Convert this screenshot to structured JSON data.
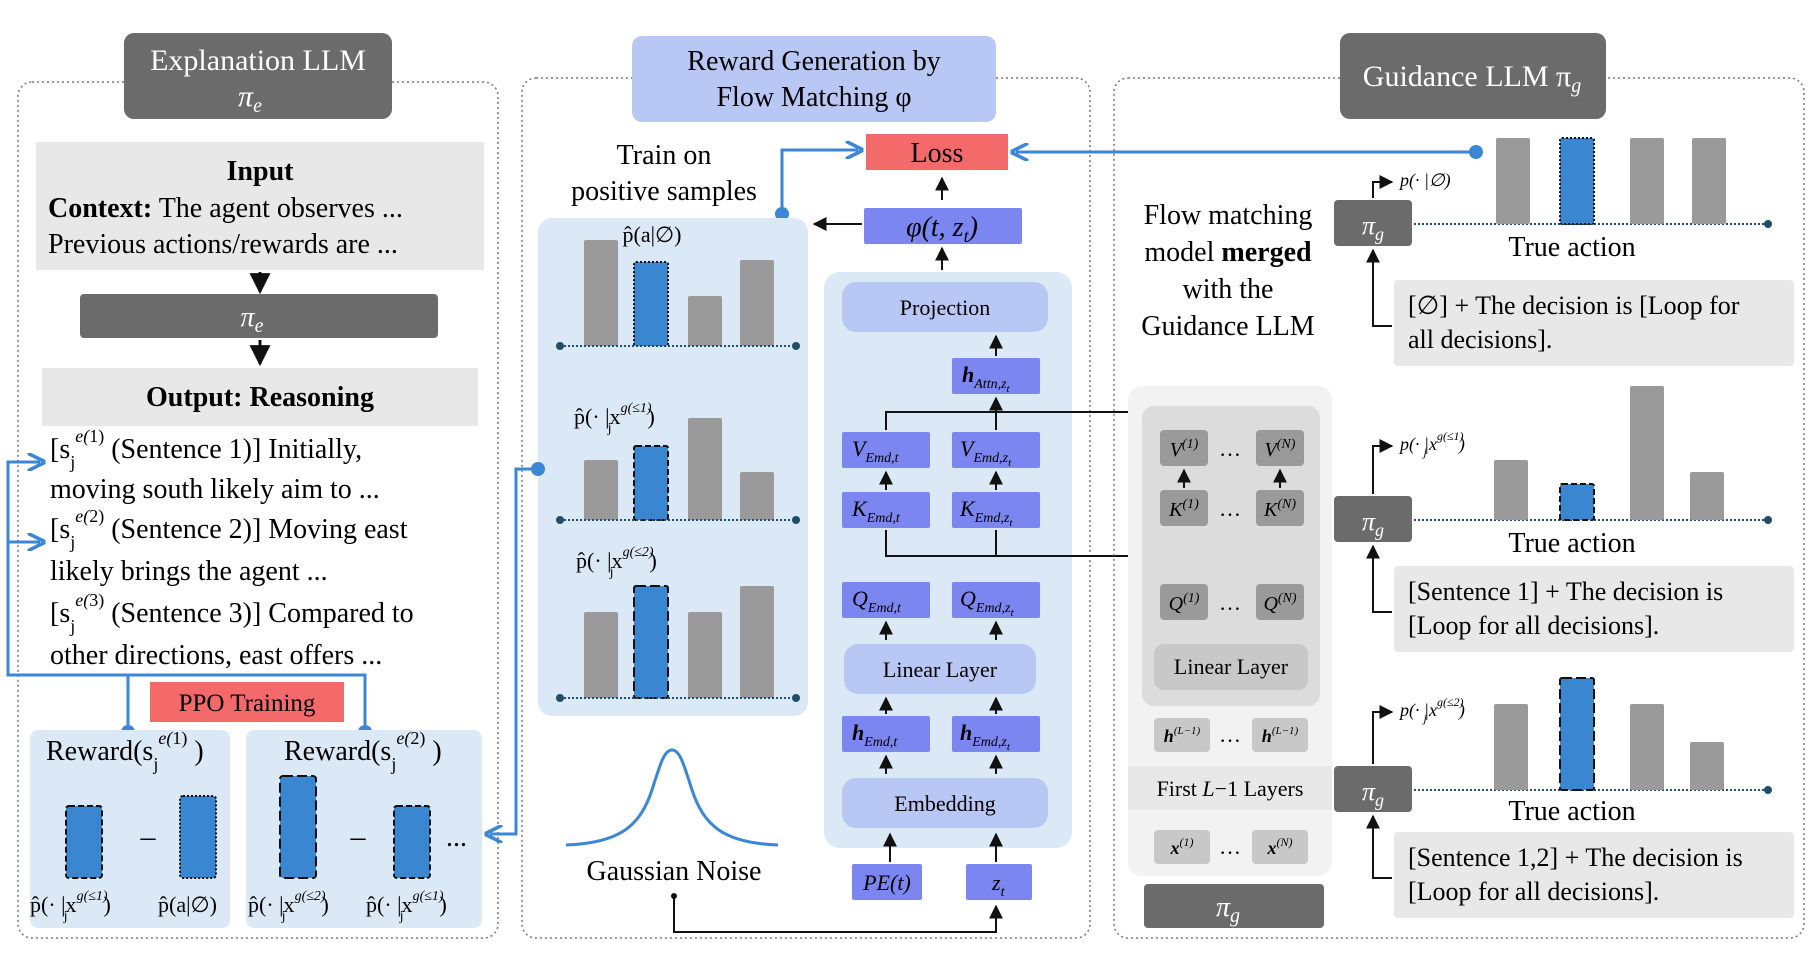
{
  "left": {
    "title_line1": "Explanation LLM",
    "title_line2": "π",
    "title_sub": "e",
    "input_heading": "Input",
    "context_label": "Context:",
    "context_text": " The agent observes ...",
    "previous_text": "Previous actions/rewards are ...",
    "pi_label": "π",
    "pi_sub": "e",
    "output_heading": "Output: Reasoning",
    "sentences": [
      {
        "idx": "1",
        "line1": "(Sentence 1)] Initially,",
        "line2": "moving south likely aim to ..."
      },
      {
        "idx": "2",
        "line1": "(Sentence 2)] Moving east",
        "line2": "likely brings the agent ..."
      },
      {
        "idx": "3",
        "line1": "(Sentence 3)] Compared to",
        "line2": "other directions, east offers ..."
      }
    ],
    "ppo_label": "PPO Training",
    "reward1_label": "Reward(",
    "reward1_idx": "1",
    "reward2_label": "Reward(",
    "reward2_idx": "2",
    "minus": "–",
    "dots": "...",
    "r1_left_p": "p̂(· |x",
    "r1_left_sup": "g(≤1)",
    "r1_right_p": "p̂(a|∅)",
    "r2_left_p": "p̂(· |x",
    "r2_left_sup": "g(≤2)",
    "r2_right_p": "p̂(· |x",
    "r2_right_sup": "g(≤1)"
  },
  "middle": {
    "title_line1": "Reward Generation by",
    "title_line2": "Flow Matching φ",
    "loss": "Loss",
    "train_line1": "Train on",
    "train_line2": "positive samples",
    "hist1_label": "p̂(a|∅)",
    "hist2_label": "p̂(· |x",
    "hist2_sup": "g(≤1)",
    "hist3_label": "p̂(· |x",
    "hist3_sup": "g(≤2)",
    "phi_out": "φ(t, z",
    "projection": "Projection",
    "h_attn": "Attn,z",
    "v_emd_t": "Emd,t",
    "v_emd_z": "Emd,z",
    "k_emd_t": "Emd,t",
    "k_emd_z": "Emd,z",
    "q_emd_t": "Emd,t",
    "q_emd_z": "Emd,z",
    "linear_layer": "Linear Layer",
    "h_emd_t": "Emd,t",
    "h_emd_z": "Emd,z",
    "embedding": "Embedding",
    "pe_t": "PE(t)",
    "z_t": "z",
    "gaussian_noise": "Gaussian Noise"
  },
  "right": {
    "title": "Guidance LLM π",
    "title_sub": "g",
    "merged_line1": "Flow matching",
    "merged_line2a": "model ",
    "merged_line2b": "merged",
    "merged_line3": "with the",
    "merged_line4": "Guidance LLM",
    "v1": "V",
    "vn": "V",
    "k1": "K",
    "kn": "K",
    "q1": "Q",
    "qn": "Q",
    "sup1": "(1)",
    "supn": "(N)",
    "linear_layer": "Linear Layer",
    "h_sup": "(L−1)",
    "first_layers": "First L−1 Layers",
    "pi_bottom": "π",
    "pi_sub": "g",
    "row1_p": "p(· |∅)",
    "row2_p": "p(· |x",
    "row2_sup": "g(≤1)",
    "row3_p": "p(· |x",
    "row3_sup": "g(≤2)",
    "true_action": "True action",
    "row1_line1": "[∅] + The decision is [Loop for",
    "row1_line2": "all decisions].",
    "row2_line1": "[Sentence 1] + The decision is",
    "row2_line2": "[Loop for all decisions].",
    "row3_line1": "[Sentence 1,2] + The decision is",
    "row3_line2": "[Loop for all decisions]."
  },
  "colors": {
    "blue_arrow": "#3b87d6",
    "bar_blue": "#3a86d0",
    "bar_gray": "#9a9a9a",
    "dark_box": "#6b6b6b",
    "light_gray": "#e8e8e8",
    "light_blue_panel": "#dbe8f5",
    "purple_block": "#7b86f0",
    "periwinkle": "#b9c7f4",
    "loss_red": "#f46a6a"
  }
}
